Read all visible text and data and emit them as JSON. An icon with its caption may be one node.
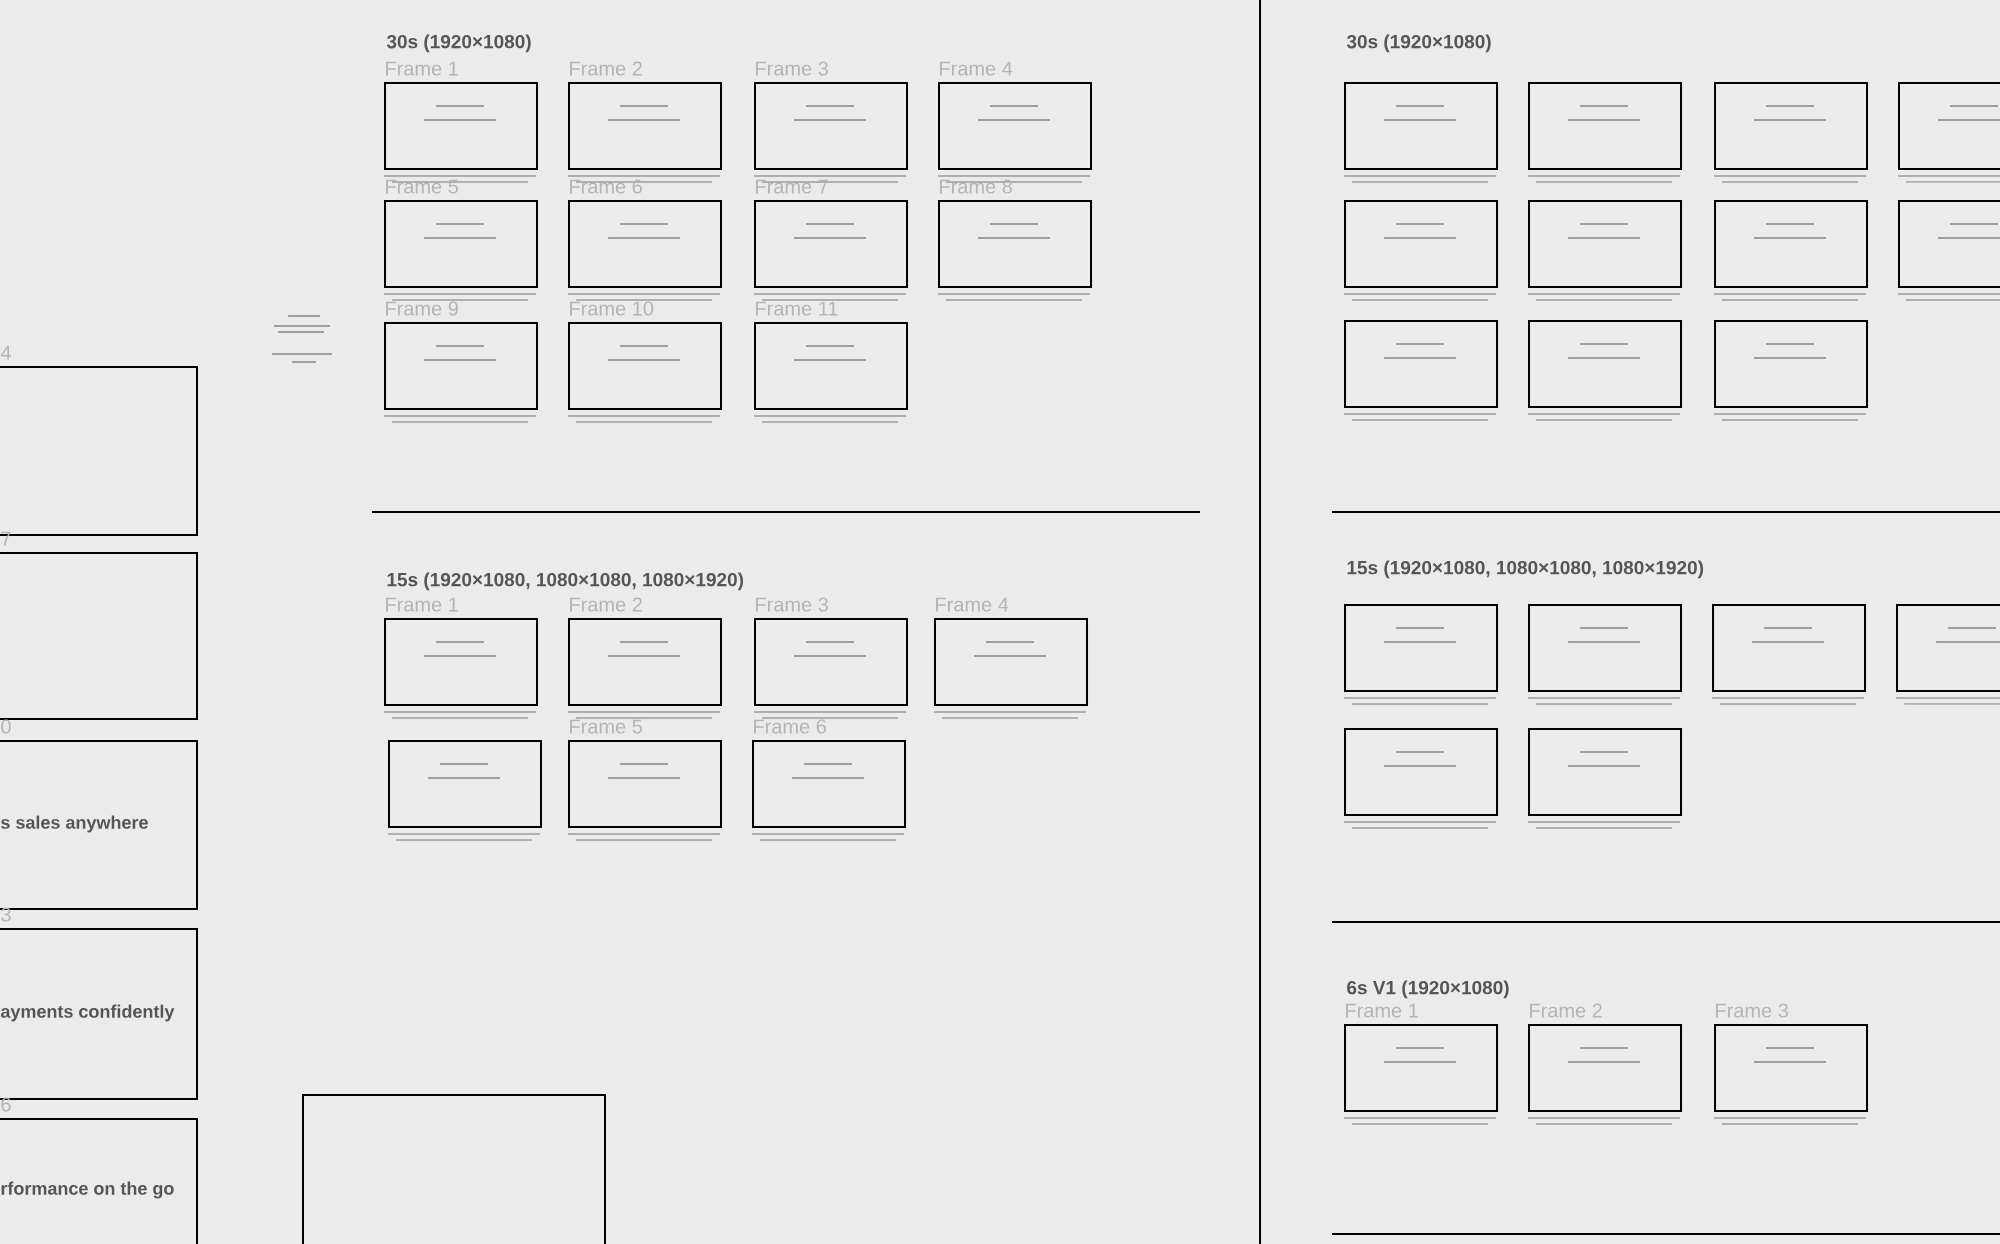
{
  "diagram": {
    "nodes": [
      {
        "text": [
          "4"
        ]
      },
      {
        "text": [
          "7"
        ]
      },
      {
        "text": [
          "0",
          "s sales anywhere"
        ]
      },
      {
        "text": [
          "3",
          "ayments confidently"
        ]
      },
      {
        "text": [
          "6",
          "rformance on the go"
        ]
      },
      {
        "text": [],
        "shape": "box"
      },
      {
        "text": [
          "Frame 1"
        ]
      },
      {
        "text": [
          "Frame 2"
        ]
      },
      {
        "text": [
          "Frame 3"
        ]
      },
      {
        "text": [
          "Frame 4"
        ]
      },
      {
        "text": [
          "Frame 5"
        ]
      },
      {
        "text": [
          "Frame 6"
        ]
      },
      {
        "text": [
          "Frame 7"
        ]
      },
      {
        "text": [
          "Frame 8"
        ]
      },
      {
        "text": [
          "Frame 9"
        ]
      },
      {
        "text": [
          "Frame 10"
        ]
      },
      {
        "text": [
          "Frame 11"
        ]
      },
      {
        "text": [
          "Frame 1"
        ]
      },
      {
        "text": [
          "Frame 2"
        ]
      },
      {
        "text": [
          "Frame 3"
        ]
      },
      {
        "text": [
          "Frame 4"
        ]
      },
      {
        "text": [],
        "shape": "box"
      },
      {
        "text": [
          "Frame 5"
        ]
      },
      {
        "text": [
          "Frame 6"
        ]
      },
      {
        "text": [],
        "shape": "box"
      },
      {
        "text": [],
        "shape": "box"
      },
      {
        "text": [],
        "shape": "box"
      },
      {
        "text": [],
        "shape": "box"
      },
      {
        "text": [],
        "shape": "box"
      },
      {
        "text": [],
        "shape": "box"
      },
      {
        "text": [],
        "shape": "box"
      },
      {
        "text": [],
        "shape": "box"
      },
      {
        "text": [],
        "shape": "box"
      },
      {
        "text": [],
        "shape": "box"
      },
      {
        "text": [],
        "shape": "box"
      },
      {
        "text": [],
        "shape": "box"
      },
      {
        "text": [],
        "shape": "box"
      },
      {
        "text": [],
        "shape": "box"
      },
      {
        "text": [],
        "shape": "box"
      },
      {
        "text": [],
        "shape": "box"
      },
      {
        "text": [],
        "shape": "box"
      },
      {
        "text": [
          "Frame 1"
        ]
      },
      {
        "text": [
          "Frame 2"
        ]
      },
      {
        "text": [
          "Frame 3"
        ]
      }
    ],
    "labels": [
      "30s (1920×1080)",
      "30s (1920×1080)",
      "15s (1920×1080, 1080×1080, 1080×1920)",
      "15s (1920×1080, 1080×1080, 1080×1920)",
      "6s V1 (1920×1080)"
    ]
  }
}
